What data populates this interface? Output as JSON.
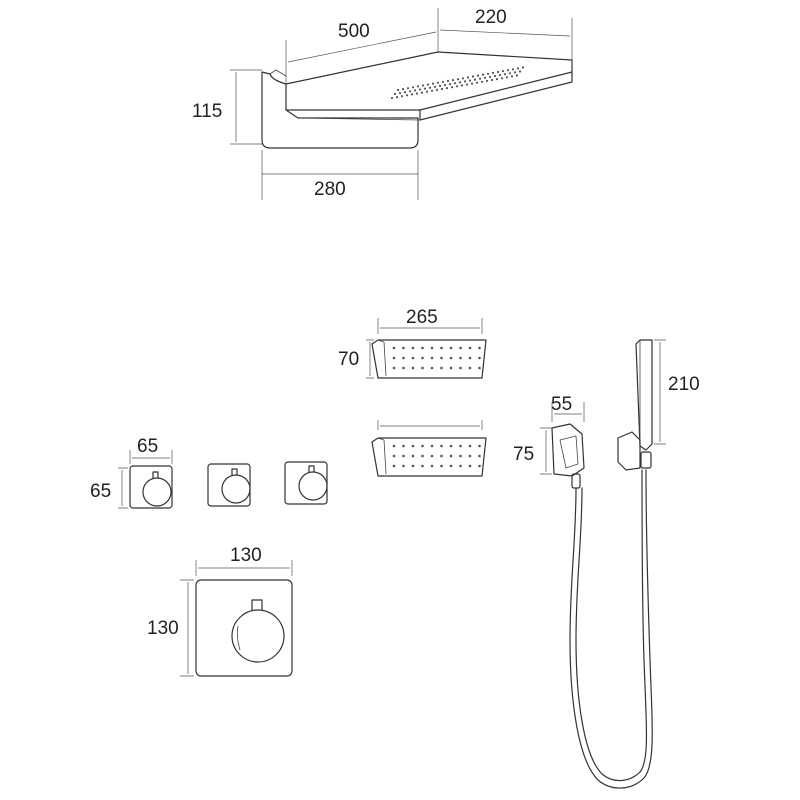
{
  "dimensions": {
    "rain_length": "500",
    "rain_width": "220",
    "rain_height": "115",
    "arm_length": "280",
    "body_jet_width": "265",
    "body_jet_height": "70",
    "holder_width": "55",
    "holder_height": "75",
    "handshower_length": "210",
    "small_valve_width": "65",
    "small_valve_height": "65",
    "thermo_valve_width": "130",
    "thermo_valve_height": "130"
  }
}
